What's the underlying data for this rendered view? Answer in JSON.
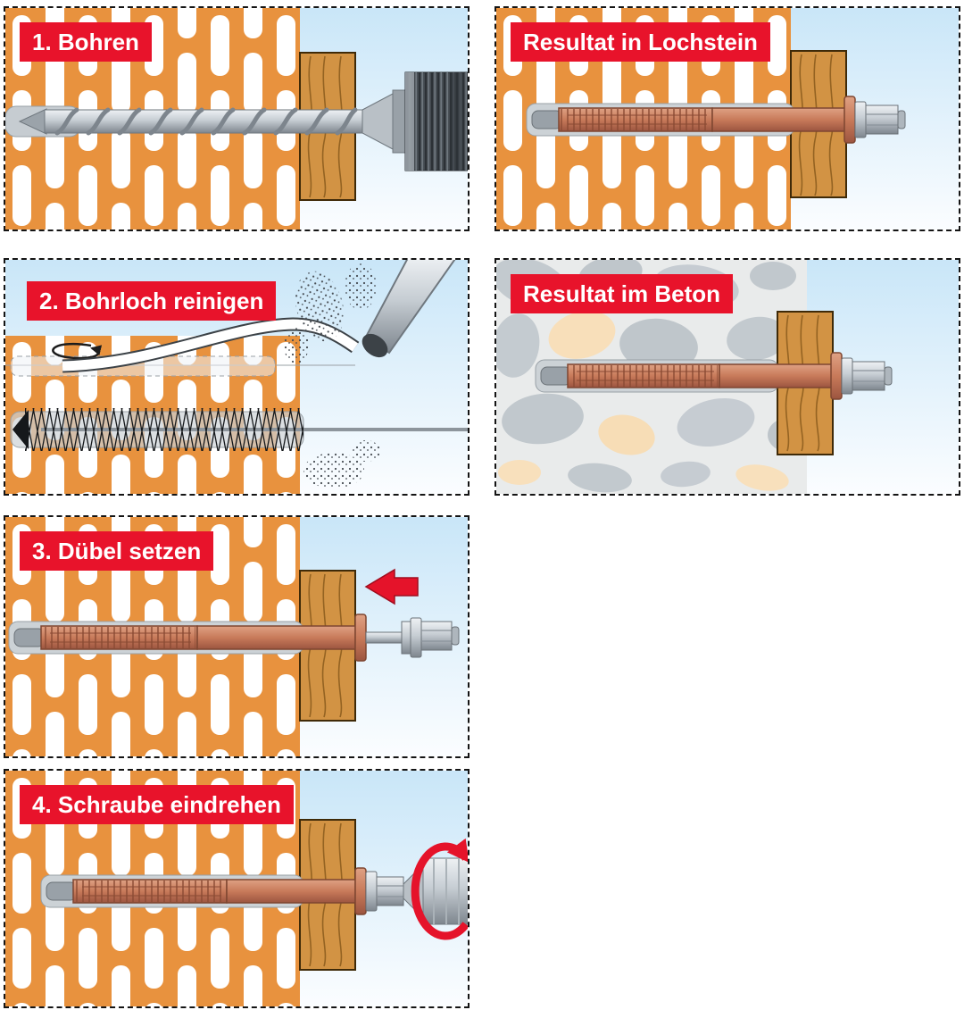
{
  "panels": [
    {
      "label": "1. Bohren"
    },
    {
      "label": "Resultat in Lochstein"
    },
    {
      "label": "2. Bohrloch reinigen"
    },
    {
      "label": "Resultat im Beton"
    },
    {
      "label": "3. Dübel setzen"
    },
    {
      "label": "4. Schraube eindrehen"
    }
  ],
  "colors": {
    "label_bg": "#e8132b",
    "label_text": "#ffffff",
    "brick_orange": "#e8923e",
    "wood_tan": "#d29344",
    "anchor_terracotta": "#c87a5a",
    "metal_gray": "#c3cad0",
    "sky_blue": "#cde7f7",
    "concrete_gray": "#c3cacf",
    "concrete_tan": "#f8dfba",
    "arrow_red": "#e5132a"
  }
}
